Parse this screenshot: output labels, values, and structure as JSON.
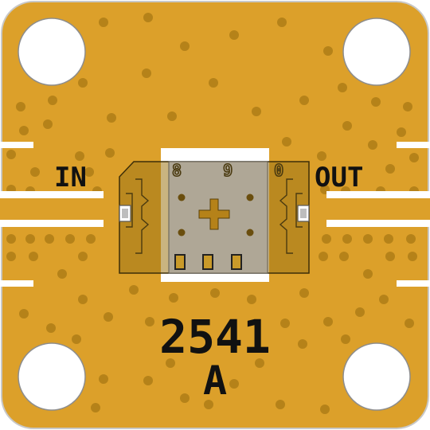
{
  "board": {
    "labels": {
      "input": "IN",
      "output": "OUT",
      "part_number": "2541",
      "revision": "A"
    },
    "die_marking": "8 9 0",
    "colors": {
      "gold": "#dca02a",
      "via": "#b58219",
      "background": "#ffffff",
      "die": "#b3b3b3",
      "component": "#9e7618",
      "silkscreen": "#111111"
    },
    "icons": [
      "mounting-hole-icon",
      "via-icon",
      "fiducial-cross-icon"
    ]
  }
}
